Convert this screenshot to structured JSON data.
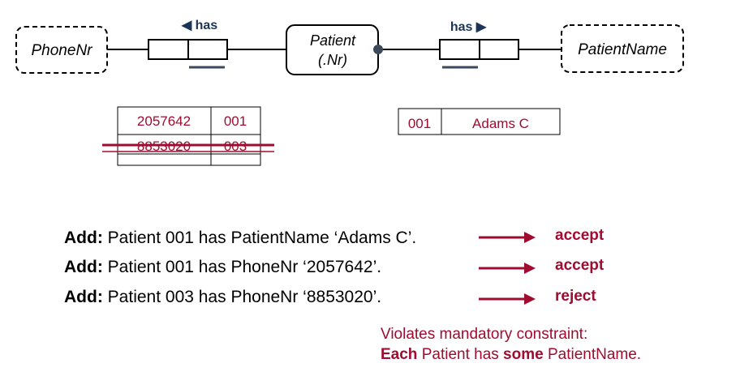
{
  "entities": {
    "phone": {
      "label": "PhoneNr"
    },
    "patient": {
      "label": "Patient",
      "refmode": "(.Nr)"
    },
    "name": {
      "label": "PatientName"
    }
  },
  "fact_types": {
    "phone_fact": {
      "reading": "◀ has"
    },
    "name_fact": {
      "reading": "has ▶"
    }
  },
  "populations": {
    "phone_table": {
      "rows": [
        {
          "c1": "2057642",
          "c2": "001"
        },
        {
          "c1": "8853020",
          "c2": "003"
        }
      ]
    },
    "name_table": {
      "rows": [
        {
          "c1": "001",
          "c2": "Adams C"
        }
      ]
    }
  },
  "actions": [
    {
      "verb": "Add:",
      "text": "Patient 001 has PatientName ‘Adams C’.",
      "result": "accept"
    },
    {
      "verb": "Add:",
      "text": "Patient 001 has PhoneNr ‘2057642’.",
      "result": "accept"
    },
    {
      "verb": "Add:",
      "text": "Patient 003 has PhoneNr ‘8853020’.",
      "result": "reject"
    }
  ],
  "note": {
    "line1": "Violates mandatory constraint:",
    "line2_b1": "Each",
    "line2_t1": " Patient has ",
    "line2_b2": "some",
    "line2_t2": " PatientName."
  },
  "colors": {
    "accent_red": "#a00c30",
    "reading_blue": "#1c3557",
    "line_black": "#000000",
    "constraint_gray": "#3a4a5c"
  }
}
